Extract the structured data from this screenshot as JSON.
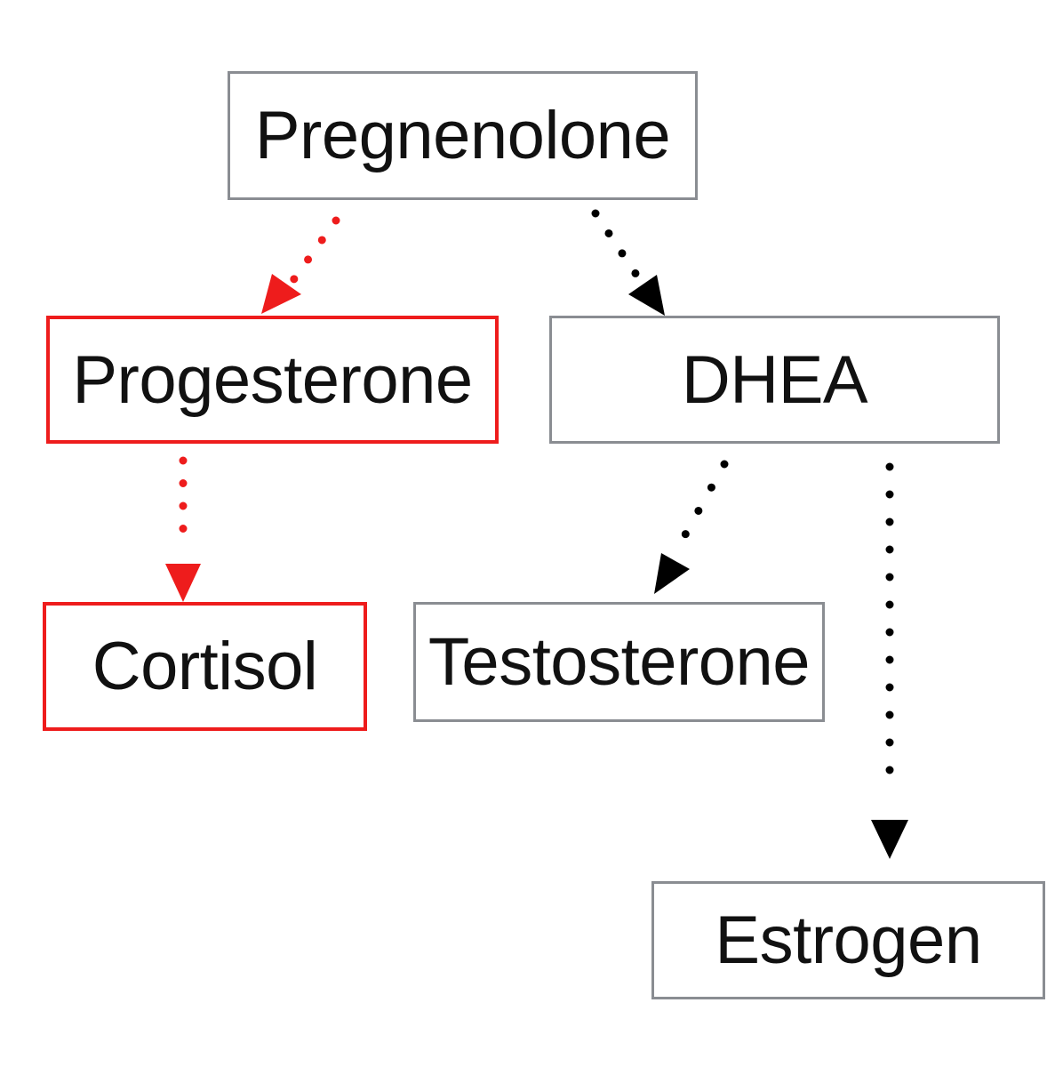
{
  "colors": {
    "highlight": "#ee1c1c",
    "default_border": "#8a8d92",
    "default_arrow": "#000000"
  },
  "nodes": {
    "pregnenolone": "Pregnenolone",
    "progesterone": "Progesterone",
    "dhea": "DHEA",
    "cortisol": "Cortisol",
    "testosterone": "Testosterone",
    "estrogen": "Estrogen"
  },
  "edges": [
    {
      "from": "Pregnenolone",
      "to": "Progesterone",
      "style": "dotted",
      "highlighted": true
    },
    {
      "from": "Pregnenolone",
      "to": "DHEA",
      "style": "dotted",
      "highlighted": false
    },
    {
      "from": "Progesterone",
      "to": "Cortisol",
      "style": "dotted",
      "highlighted": true
    },
    {
      "from": "DHEA",
      "to": "Testosterone",
      "style": "dotted",
      "highlighted": false
    },
    {
      "from": "DHEA",
      "to": "Estrogen",
      "style": "dotted",
      "highlighted": false
    }
  ]
}
